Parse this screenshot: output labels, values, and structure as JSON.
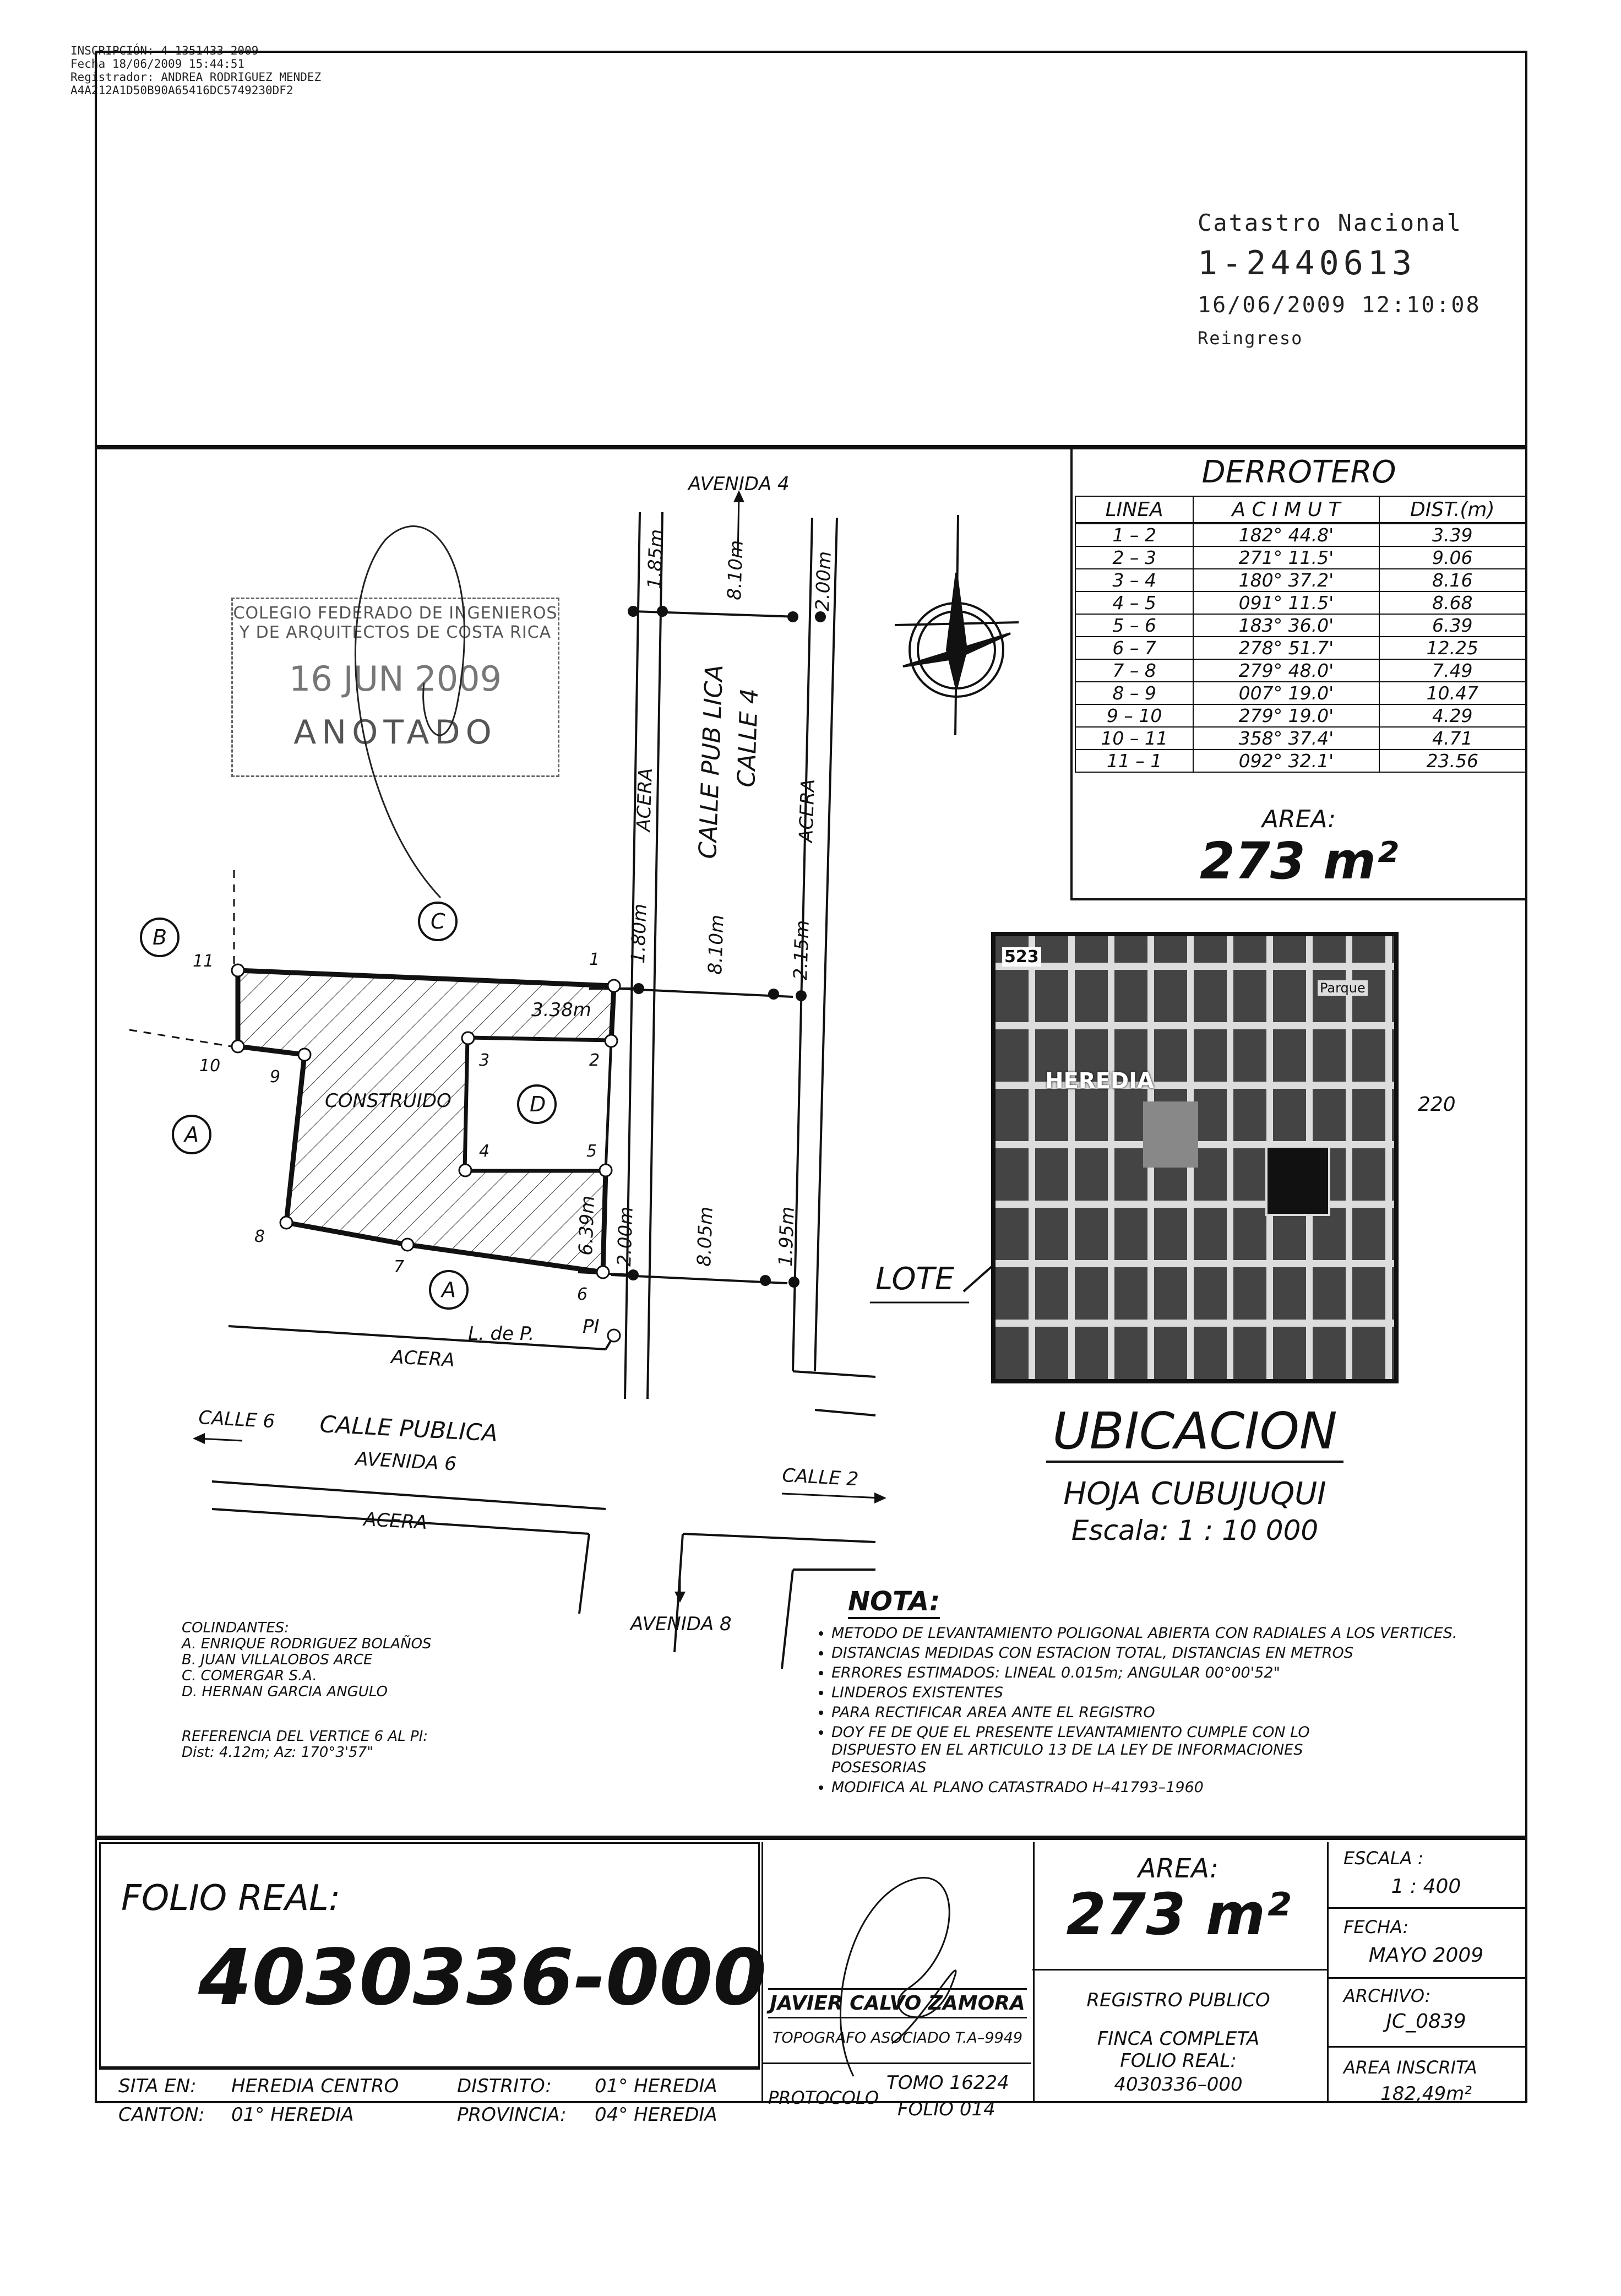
{
  "header": {
    "line1": "INSCRIPCIÓN: 4-1351433-2009",
    "line2": "Fecha       18/06/2009 15:44:51",
    "line3": "Registrador: ANDREA RODRIGUEZ MENDEZ",
    "line4": "A4A212A1D50B90A65416DC5749230DF2"
  },
  "catastro": {
    "title": "Catastro Nacional",
    "number": "1-2440613",
    "datetime": "16/06/2009 12:10:08",
    "status": "Reingreso"
  },
  "stamp": {
    "line1": "COLEGIO FEDERADO DE INGENIEROS",
    "line2": "Y DE ARQUITECTOS DE COSTA RICA",
    "date": "16 JUN 2009",
    "word": "ANOTADO"
  },
  "derrotero": {
    "title": "DERROTERO",
    "headers": [
      "LINEA",
      "A C I M U T",
      "DIST.(m)"
    ],
    "rows": [
      [
        "1 – 2",
        "182° 44.8'",
        "3.39"
      ],
      [
        "2 – 3",
        "271° 11.5'",
        "9.06"
      ],
      [
        "3 – 4",
        "180° 37.2'",
        "8.16"
      ],
      [
        "4 – 5",
        "091° 11.5'",
        "8.68"
      ],
      [
        "5 – 6",
        "183° 36.0'",
        "6.39"
      ],
      [
        "6 – 7",
        "278° 51.7'",
        "12.25"
      ],
      [
        "7 – 8",
        "279° 48.0'",
        "7.49"
      ],
      [
        "8 – 9",
        "007° 19.0'",
        "10.47"
      ],
      [
        "9 – 10",
        "279° 19.0'",
        "4.29"
      ],
      [
        "10 – 11",
        "358° 37.4'",
        "4.71"
      ],
      [
        "11 – 1",
        "092° 32.1'",
        "23.56"
      ]
    ],
    "area_label": "AREA:",
    "area_value": "273 m²"
  },
  "map": {
    "avenida4": "AVENIDA 4",
    "avenida6": "AVENIDA 6",
    "avenida8": "AVENIDA 8",
    "calle_publica_v": "CALLE PUB LICA",
    "calle4": "CALLE 4",
    "calle6": "CALLE 6",
    "calle_publica_h": "CALLE PUBLICA",
    "calle2": "CALLE 2",
    "acera": "ACERA",
    "construido": "CONSTRUIDO",
    "ldep": "L. de P.",
    "pi": "PI",
    "d185": "1.85m",
    "d810a": "8.10m",
    "d200a": "2.00m",
    "d180": "1.80m",
    "d810b": "8.10m",
    "d215": "2.15m",
    "d338": "3.38m",
    "d639": "6.39m",
    "d200b": "2.00m",
    "d805": "8.05m",
    "d195": "1.95m",
    "lA": "A",
    "lB": "B",
    "lC": "C",
    "lD": "D",
    "v1": "1",
    "v2": "2",
    "v3": "3",
    "v4": "4",
    "v5": "5",
    "v6": "6",
    "v7": "7",
    "v8": "8",
    "v9": "9",
    "v10": "10",
    "v11": "11"
  },
  "ubicacion": {
    "map_sheet": "523",
    "map_num": "220",
    "map_city": "HEREDIA",
    "map_park": "Parque",
    "lote": "LOTE",
    "title": "UBICACION",
    "hoja": "HOJA CUBUJUQUI",
    "escala": "Escala:  1 : 10 000"
  },
  "colindantes": {
    "title": "COLINDANTES:",
    "a": "A.  ENRIQUE RODRIGUEZ BOLAÑOS",
    "b": "B.  JUAN VILLALOBOS ARCE",
    "c": "C.  COMERGAR S.A.",
    "d": "D.  HERNAN GARCIA ANGULO",
    "ref1": "REFERENCIA DEL VERTICE 6 AL PI:",
    "ref2": "Dist: 4.12m;    Az: 170°3'57\""
  },
  "nota": {
    "title": "NOTA:",
    "items": [
      "METODO DE LEVANTAMIENTO POLIGONAL ABIERTA CON RADIALES A LOS VERTICES.",
      "DISTANCIAS MEDIDAS CON ESTACION TOTAL, DISTANCIAS EN METROS",
      "ERRORES ESTIMADOS:  LINEAL     0.015m; ANGULAR 00°00'52\"",
      "LINDEROS EXISTENTES",
      "PARA RECTIFICAR AREA ANTE EL REGISTRO",
      "DOY FE DE QUE EL PRESENTE LEVANTAMIENTO CUMPLE CON LO DISPUESTO EN EL ARTICULO 13 DE LA LEY DE INFORMACIONES POSESORIAS",
      "MODIFICA AL PLANO CATASTRADO H–41793–1960"
    ]
  },
  "footer": {
    "folio_label": "FOLIO REAL:",
    "folio_value": "4030336-000",
    "sita_label": "SITA EN:",
    "sita_value": "HEREDIA CENTRO",
    "canton_label": "CANTON:",
    "canton_value": "01° HEREDIA",
    "distrito_label": "DISTRITO:",
    "distrito_value": "01° HEREDIA",
    "provincia_label": "PROVINCIA:",
    "provincia_value": "04° HEREDIA",
    "name": "JAVIER CALVO ZAMORA",
    "role": "TOPOGRAFO ASOCIADO T.A–9949",
    "protocolo": "PROTOCOLO",
    "tomo": "TOMO  16224",
    "folio": "FOLIO  014",
    "area_label": "AREA:",
    "area_value": "273 m²",
    "registro": "REGISTRO PUBLICO",
    "finca1": "FINCA COMPLETA",
    "finca2": "FOLIO REAL:",
    "finca3": "4030336–000",
    "escala_label": "ESCALA :",
    "escala_value": "1  :  400",
    "fecha_label": "FECHA:",
    "fecha_value": "MAYO  2009",
    "archivo_label": "ARCHIVO:",
    "archivo_value": "JC_0839",
    "inscrita_label": "AREA INSCRITA",
    "inscrita_value": "182,49m²"
  }
}
